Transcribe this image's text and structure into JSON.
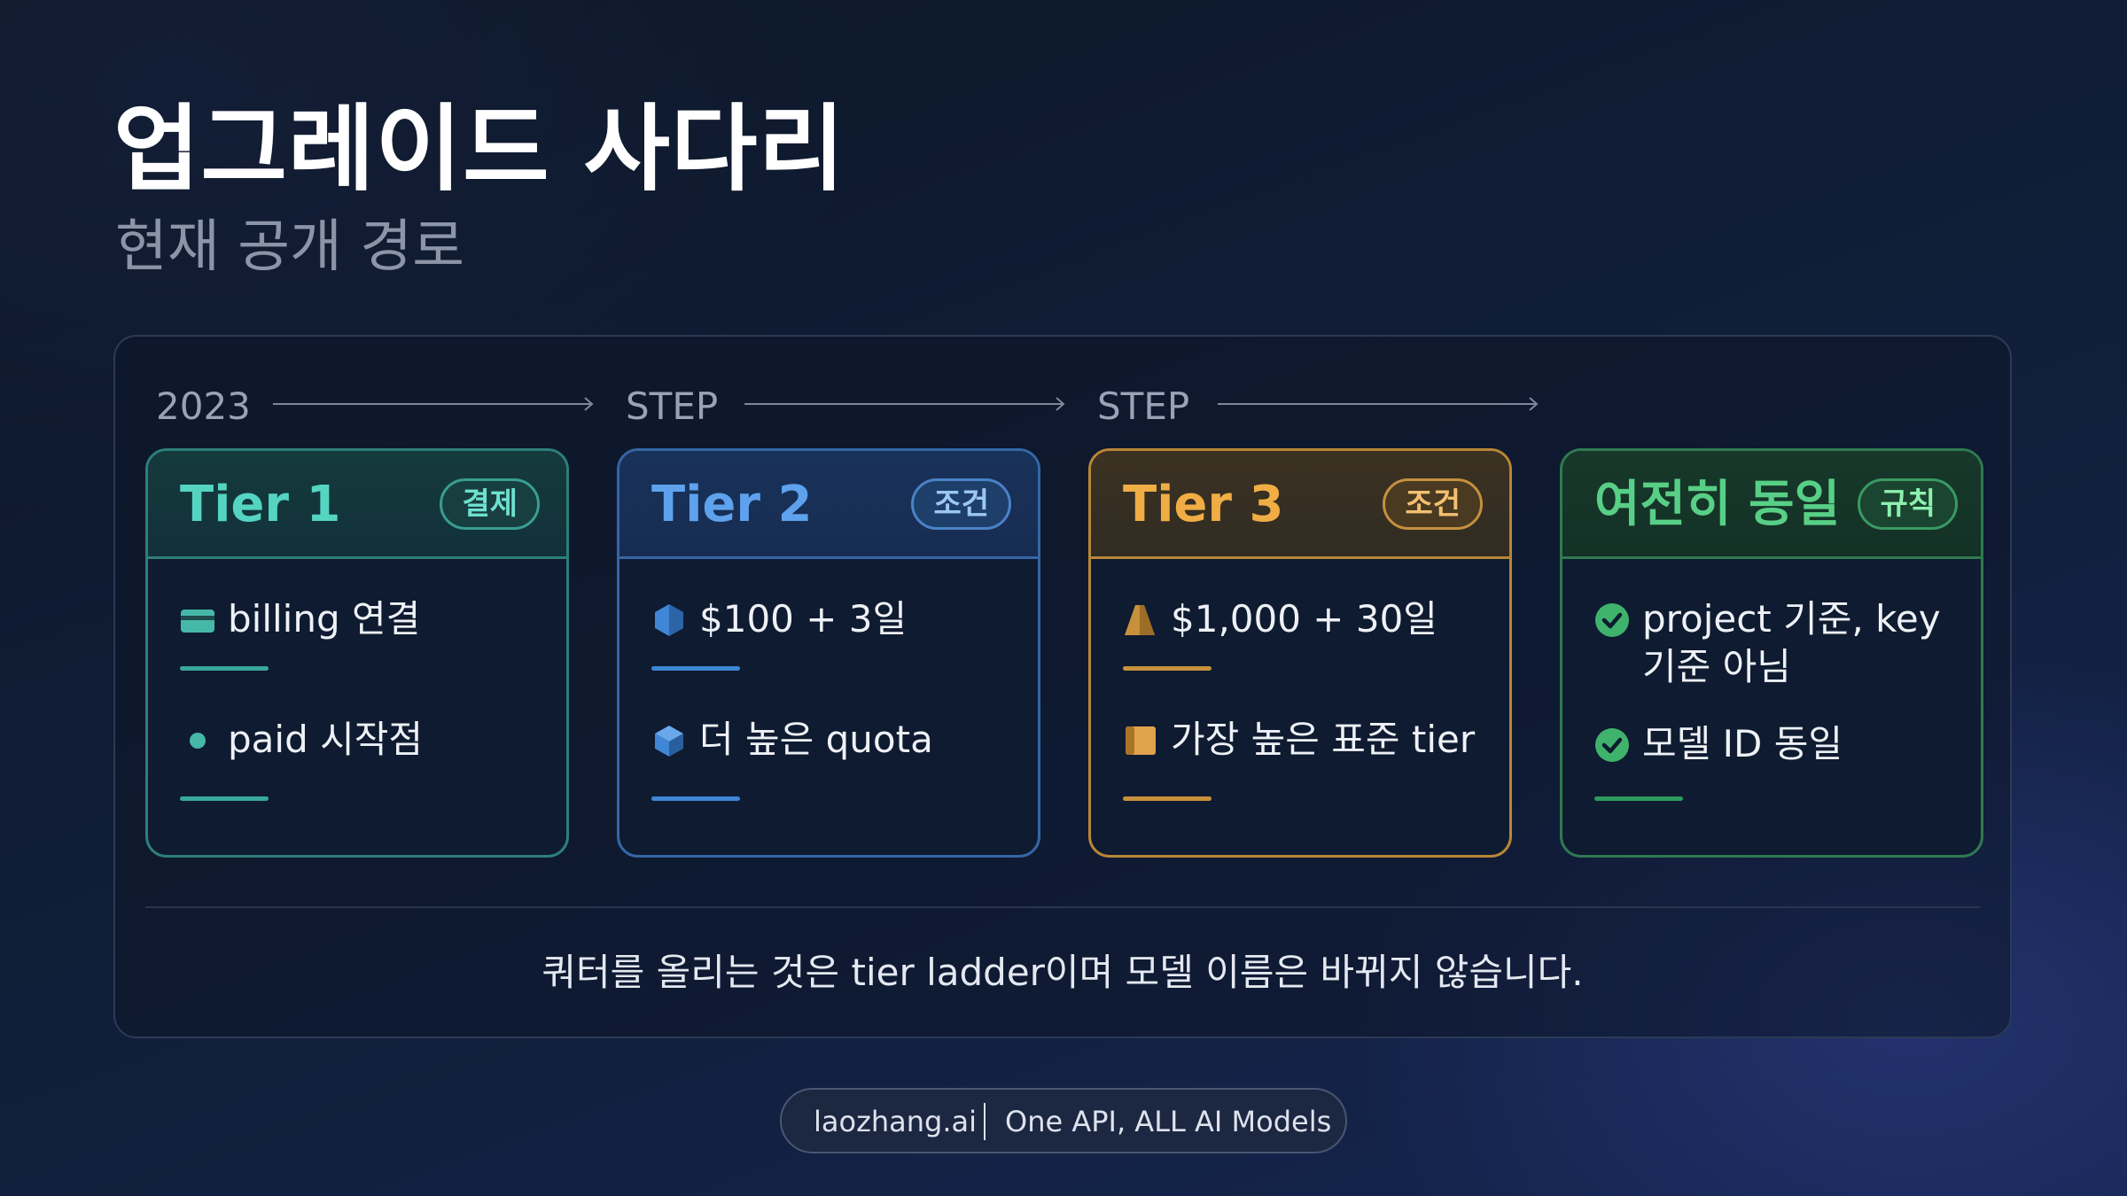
{
  "header": {
    "title": "업그레이드 사다리",
    "subtitle": "현재 공개 경로"
  },
  "flow": {
    "labels": [
      "2023",
      "STEP",
      "STEP"
    ]
  },
  "tiers": [
    {
      "title": "Tier 1",
      "badge": "결제",
      "items": [
        {
          "icon": "card-icon",
          "text": "billing 연결"
        },
        {
          "icon": "dot-icon",
          "text": "paid 시작점"
        }
      ]
    },
    {
      "title": "Tier 2",
      "badge": "조건",
      "items": [
        {
          "icon": "hexagon-icon",
          "text": "$100 + 3일"
        },
        {
          "icon": "cube-icon",
          "text": "더 높은 quota"
        }
      ]
    },
    {
      "title": "Tier 3",
      "badge": "조건",
      "items": [
        {
          "icon": "tower-icon",
          "text": "$1,000 + 30일"
        },
        {
          "icon": "book-icon",
          "text": "가장 높은 표준 tier"
        }
      ]
    },
    {
      "title": "여전히 동일",
      "badge": "규칙",
      "items": [
        {
          "icon": "check-circle-icon",
          "text": "project 기준, key 기준 아님"
        },
        {
          "icon": "check-circle-icon",
          "text": "모델 ID 동일"
        }
      ]
    }
  ],
  "note": "쿼터를 올리는 것은 tier ladder이며 모델 이름은 바뀌지 않습니다.",
  "footer": {
    "brand": "laozhang.ai",
    "tagline": "One API, ALL AI Models"
  },
  "colors": {
    "tier1": "#55d4c2",
    "tier2": "#5ea2ee",
    "tier3": "#f0ad45",
    "rule": "#58cf86"
  }
}
